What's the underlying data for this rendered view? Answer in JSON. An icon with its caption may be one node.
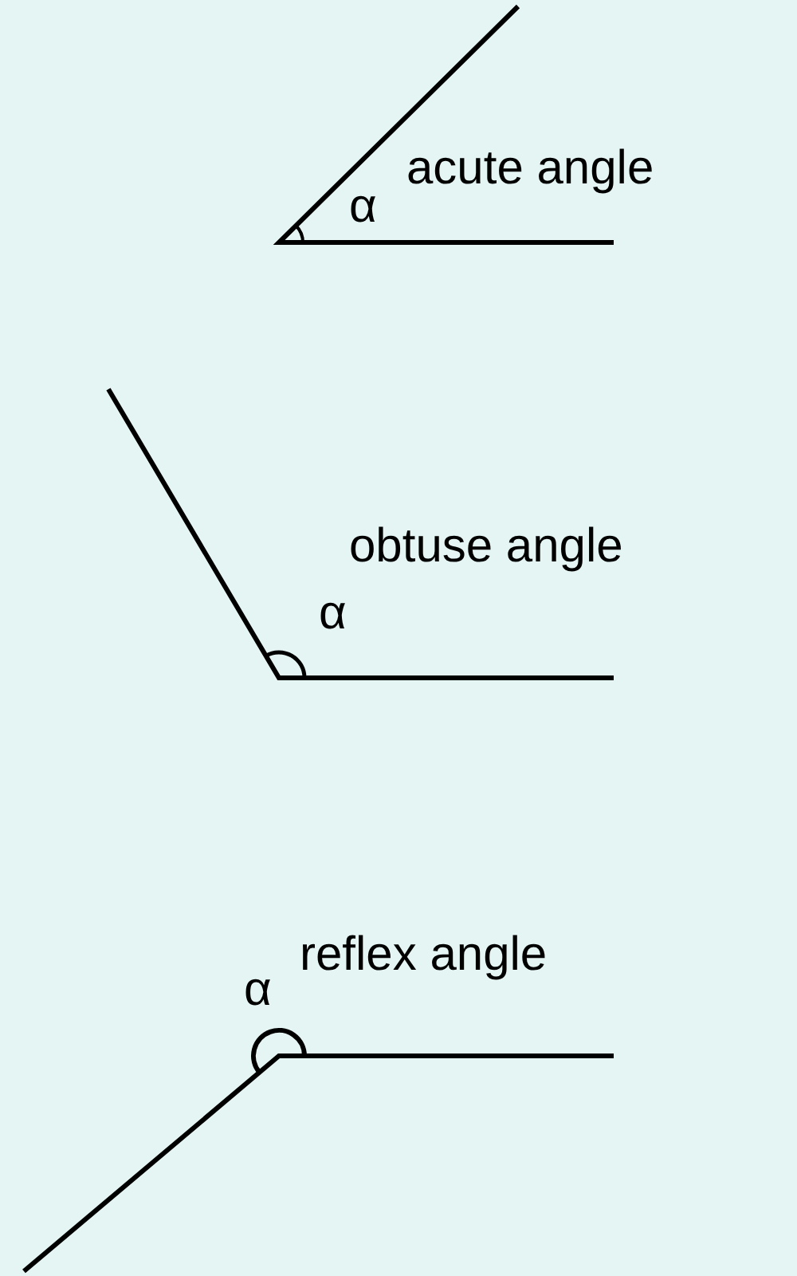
{
  "diagram": {
    "labels": [
      "acute angle",
      "α",
      "obtuse angle",
      "α",
      "reflex angle",
      "α"
    ]
  }
}
